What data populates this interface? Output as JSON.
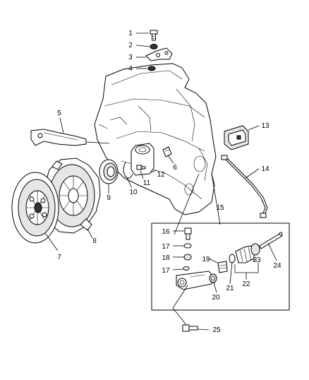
{
  "diagram": {
    "callouts": [
      "1",
      "2",
      "3",
      "4",
      "5",
      "6",
      "7",
      "8",
      "9",
      "10",
      "11",
      "12",
      "13",
      "14",
      "15",
      "16",
      "17",
      "18",
      "17",
      "19",
      "20",
      "21",
      "22",
      "23",
      "24",
      "25"
    ],
    "detail_box_label": "15"
  }
}
